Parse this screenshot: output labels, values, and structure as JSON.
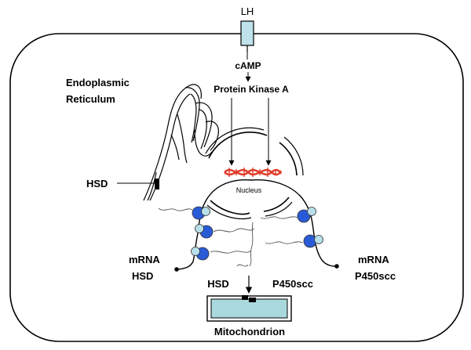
{
  "labels": {
    "lh": "LH",
    "camp": "cAMP",
    "pka": "Protein Kinase A",
    "er_line1": "Endoplasmic",
    "er_line2": "Reticulum",
    "hsd_er": "HSD",
    "nucleus": "Nucleus",
    "mrna_hsd_line1": "mRNA",
    "mrna_hsd_line2": "HSD",
    "mrna_p450_line1": "mRNA",
    "mrna_p450_line2": "P450scc",
    "hsd_mito": "HSD",
    "p450_mito": "P450scc",
    "mitochondrion": "Mitochondrion"
  },
  "colors": {
    "membrane": "#000000",
    "receptor_fill": "#bfe3ea",
    "mito_fill": "#a9d9dc",
    "dna_strand": "#e03a2a",
    "ribosome_large": "#2a5bd7",
    "ribosome_small": "#b9e0ea"
  }
}
